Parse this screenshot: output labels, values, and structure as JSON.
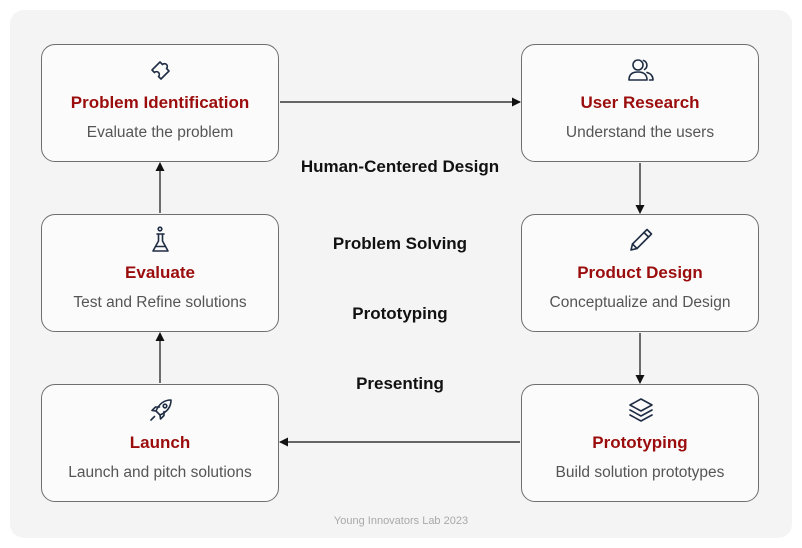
{
  "nodes": {
    "problem_identification": {
      "title": "Problem Identification",
      "desc": "Evaluate the problem",
      "icon": "puzzle-icon"
    },
    "user_research": {
      "title": "User Research",
      "desc": "Understand the users",
      "icon": "users-icon"
    },
    "evaluate": {
      "title": "Evaluate",
      "desc": "Test and Refine solutions",
      "icon": "flask-icon"
    },
    "product_design": {
      "title": "Product Design",
      "desc": "Conceptualize and Design",
      "icon": "pencil-icon"
    },
    "launch": {
      "title": "Launch",
      "desc": "Launch and pitch solutions",
      "icon": "rocket-icon"
    },
    "prototyping": {
      "title": "Prototyping",
      "desc": "Build solution prototypes",
      "icon": "layers-icon"
    }
  },
  "center": {
    "human_centered_design": "Human-Centered Design",
    "problem_solving": "Problem Solving",
    "prototyping": "Prototyping",
    "presenting": "Presenting"
  },
  "edges": [
    {
      "from": "problem_identification",
      "to": "user_research"
    },
    {
      "from": "user_research",
      "to": "product_design"
    },
    {
      "from": "product_design",
      "to": "prototyping"
    },
    {
      "from": "prototyping",
      "to": "launch"
    },
    {
      "from": "launch",
      "to": "evaluate"
    },
    {
      "from": "evaluate",
      "to": "problem_identification"
    }
  ],
  "colors": {
    "title": "#9b0d0d",
    "icon": "#1f2d44",
    "border": "#6f6f6f",
    "background": "#f4f4f4"
  },
  "footer": "Young Innovators Lab 2023"
}
